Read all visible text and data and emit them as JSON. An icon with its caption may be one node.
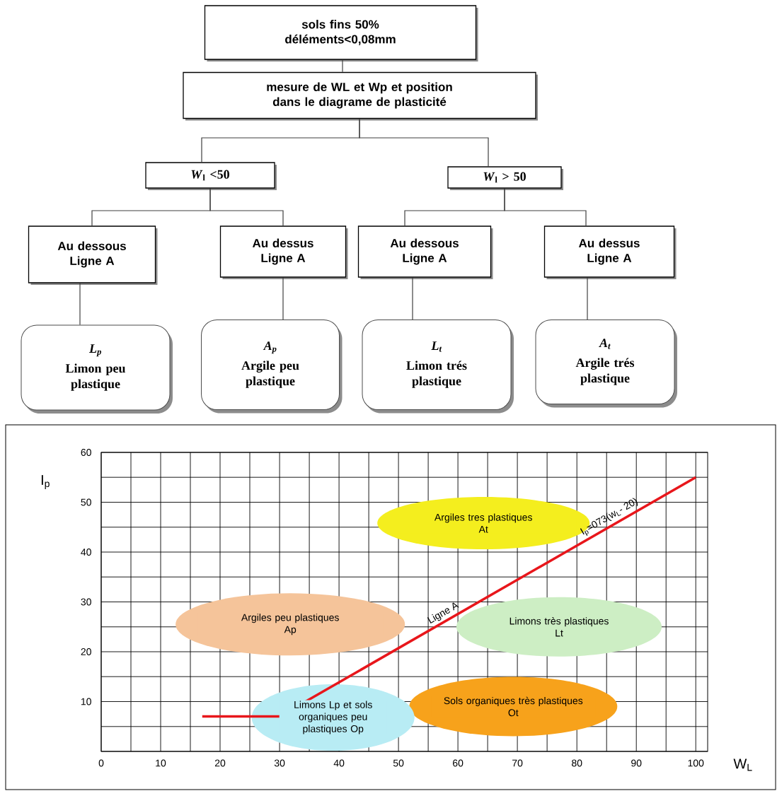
{
  "diagram": {
    "nodes": [
      {
        "text": [
          "sols fins 50% déléments<0,08mm"
        ]
      },
      {
        "text": [
          "mesure de WL et Wp et position dans le diagrame de plasticité"
        ]
      },
      {
        "text": [
          "*W*$_{l}$ <50"
        ]
      },
      {
        "text": [
          "*W*$_{l}$ > 50"
        ]
      },
      {
        "text": [
          "Au dessous Ligne A"
        ]
      },
      {
        "text": [
          "Au dessus Ligne A"
        ]
      },
      {
        "text": [
          "Au dessous Ligne A"
        ]
      },
      {
        "text": [
          "Au dessus Ligne A"
        ]
      },
      {
        "text": [
          "L$_{p}$",
          "Limon peu plastique"
        ]
      },
      {
        "text": [
          "A$_{p}$",
          "Argile peu plastique"
        ]
      },
      {
        "text": [
          "L$_{t}$",
          "Limon trés plastique"
        ]
      },
      {
        "text": [
          "A$_{t}$",
          "Argile trés plastique"
        ]
      }
    ],
    "edges": [
      {
        "from": 0,
        "to": 1,
        "arrow": "none"
      },
      {
        "from": 1,
        "to": 2,
        "arrow": "none"
      },
      {
        "from": 1,
        "to": 3,
        "arrow": "none"
      },
      {
        "from": 2,
        "to": 4,
        "arrow": "none"
      },
      {
        "from": 2,
        "to": 5,
        "arrow": "none"
      },
      {
        "from": 3,
        "to": 6,
        "arrow": "none"
      },
      {
        "from": 3,
        "to": 7,
        "arrow": "none"
      },
      {
        "from": 4,
        "to": 8,
        "arrow": "none"
      },
      {
        "from": 5,
        "to": 9,
        "arrow": "none"
      },
      {
        "from": 6,
        "to": 10,
        "arrow": "none"
      },
      {
        "from": 7,
        "to": 11,
        "arrow": "none"
      }
    ],
    "chart_data": {
      "type": "line",
      "xlabel": "W$_{L}$",
      "ylabel": "I$_{p}$",
      "x": [
        17,
        30,
        100
      ],
      "series": [
        {
          "color": "#e8161b",
          "values": [
            7,
            7,
            55
          ]
        }
      ],
      "xlim": [
        0,
        102
      ],
      "ylim": [
        0,
        60
      ],
      "xticks": [
        0,
        10,
        20,
        30,
        40,
        50,
        60,
        70,
        80,
        90,
        100
      ],
      "yticks": [
        10,
        20,
        30,
        40,
        50,
        60
      ],
      "annotations": [
        {
          "text": [
            "Argiles tres plastiques",
            "At"
          ]
        },
        {
          "text": [
            "Argiles peu plastiques",
            "Ap"
          ]
        },
        {
          "text": [
            "Limons très plastiques",
            "Lt"
          ]
        },
        {
          "text": [
            "Sols organiques très plastiques",
            "Ot"
          ]
        },
        {
          "text": [
            "Limons Lp et sols organiques peu plastiques Op"
          ]
        },
        {
          "text": [
            "Ligne A"
          ]
        },
        {
          "text": [
            "I$_{p}$=073(w$_{L}$- 20)"
          ]
        }
      ],
      "grid": true
    }
  }
}
